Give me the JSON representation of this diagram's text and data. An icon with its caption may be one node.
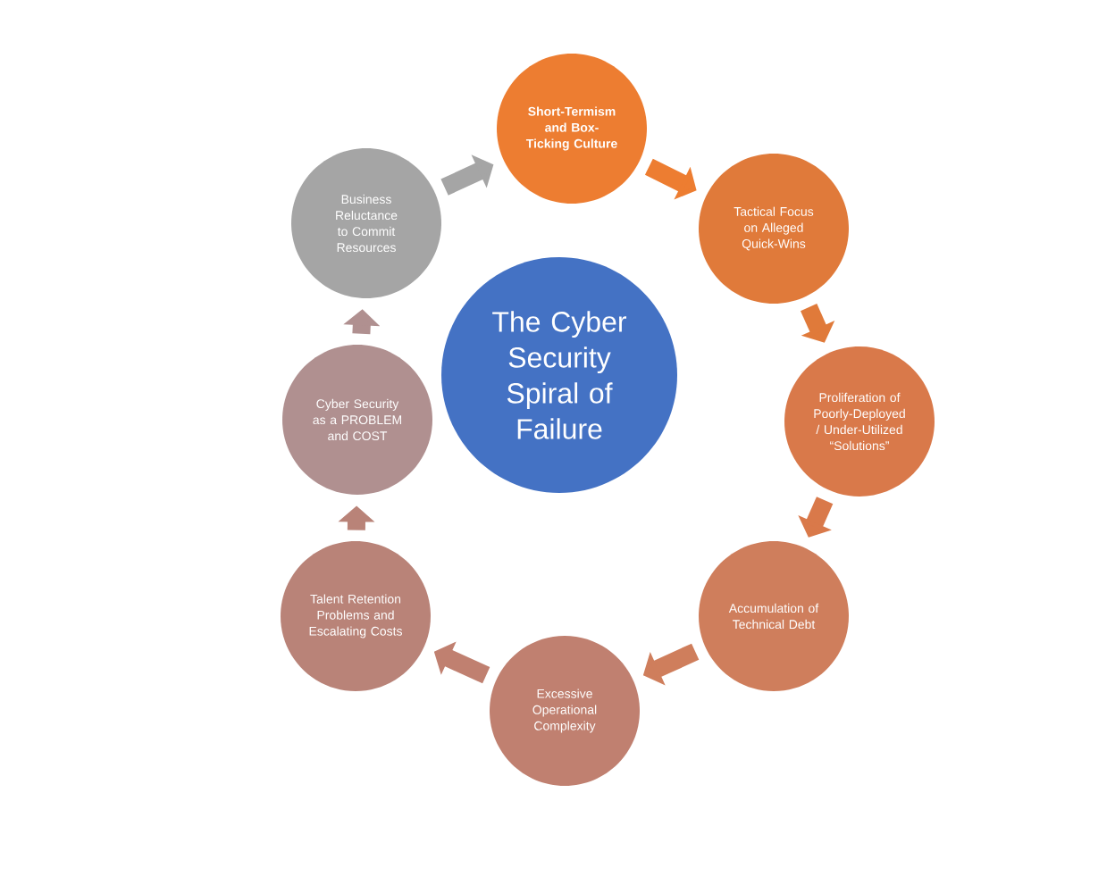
{
  "diagram": {
    "title": "The Cyber Security Spiral of Failure",
    "nodes": [
      {
        "text": [
          "Short-Termism and Box-Ticking Culture"
        ]
      },
      {
        "text": [
          "Tactical Focus on Alleged Quick-Wins"
        ]
      },
      {
        "text": [
          "Proliferation of Poorly-Deployed / Under-Utilized “Solutions”"
        ]
      },
      {
        "text": [
          "Accumulation of Technical Debt"
        ]
      },
      {
        "text": [
          "Excessive Operational Complexity"
        ]
      },
      {
        "text": [
          "Talent Retention Problems and Escalating Costs"
        ]
      },
      {
        "text": [
          "Cyber Security as a PROBLEM and COST"
        ]
      },
      {
        "text": [
          "Business Reluctance to Commit Resources"
        ]
      }
    ],
    "edges": [
      {
        "from": 0,
        "to": 1,
        "arrow": "to",
        "color": "#ed7d31"
      },
      {
        "from": 1,
        "to": 2,
        "arrow": "to",
        "color": "#e07a3a"
      },
      {
        "from": 2,
        "to": 3,
        "arrow": "to",
        "color": "#d9794a"
      },
      {
        "from": 3,
        "to": 4,
        "arrow": "to",
        "color": "#cf7e5c"
      },
      {
        "from": 4,
        "to": 5,
        "arrow": "to",
        "color": "#c08070"
      },
      {
        "from": 5,
        "to": 6,
        "arrow": "to",
        "color": "#b98378"
      },
      {
        "from": 6,
        "to": 7,
        "arrow": "to",
        "color": "#b09090"
      },
      {
        "from": 7,
        "to": 0,
        "arrow": "to",
        "color": "#a5a5a5"
      }
    ]
  }
}
